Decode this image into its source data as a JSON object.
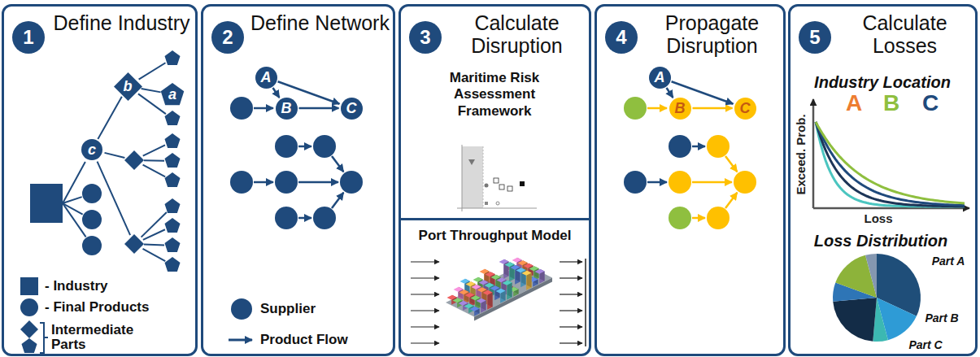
{
  "diagram": {
    "nodes": [
      {
        "text": [
          "Define Industry"
        ]
      },
      {
        "text": [
          "1"
        ],
        "in": 0
      },
      {
        "text": [
          "b"
        ],
        "in": 0
      },
      {
        "text": [
          "a"
        ],
        "in": 0
      },
      {
        "text": [
          "c"
        ],
        "in": 0
      },
      {
        "text": [
          "Define Network"
        ]
      },
      {
        "text": [
          "2"
        ],
        "in": 5
      },
      {
        "text": [
          "A"
        ],
        "in": 5
      },
      {
        "text": [
          "B"
        ],
        "in": 5
      },
      {
        "text": [
          "C"
        ],
        "in": 5
      },
      {
        "text": [
          "Calculate Disruption"
        ]
      },
      {
        "text": [
          "3"
        ],
        "in": 10
      },
      {
        "text": [
          "Maritime Risk Assessment Framework"
        ],
        "in": 10
      },
      {
        "text": [
          "Port Throughput Model"
        ],
        "in": 10
      },
      {
        "text": [
          "Propagate Disruption"
        ]
      },
      {
        "text": [
          "4"
        ],
        "in": 14
      },
      {
        "text": [
          "A"
        ],
        "in": 14
      },
      {
        "text": [
          "B"
        ],
        "in": 14
      },
      {
        "text": [
          "C"
        ],
        "in": 14
      },
      {
        "text": [
          "Calculate Losses"
        ]
      },
      {
        "text": [
          "5"
        ],
        "in": 19
      }
    ],
    "edges": [
      {
        "from": 4,
        "to": 2,
        "arrow": "none"
      },
      {
        "from": 2,
        "to": 3,
        "arrow": "none"
      },
      {
        "from": 7,
        "to": 8,
        "arrow": "to"
      },
      {
        "from": 8,
        "to": 9,
        "arrow": "to"
      },
      {
        "from": 7,
        "to": 9,
        "arrow": "to"
      },
      {
        "from": 16,
        "to": 17,
        "arrow": "to"
      },
      {
        "from": 17,
        "to": 18,
        "arrow": "to"
      },
      {
        "from": 16,
        "to": 18,
        "arrow": "to"
      }
    ],
    "labels": [
      "Industry Location",
      "A",
      "B",
      "C",
      "Exceed. Prob.",
      "Loss",
      "Loss Distribution",
      "Part A",
      "Part B",
      "Part C"
    ],
    "legend": [
      {
        "text": "- Industry"
      },
      {
        "text": "- Final Products"
      },
      {
        "text": "Intermediate Parts"
      },
      {
        "text": "Supplier"
      },
      {
        "text": "Product Flow"
      }
    ]
  }
}
